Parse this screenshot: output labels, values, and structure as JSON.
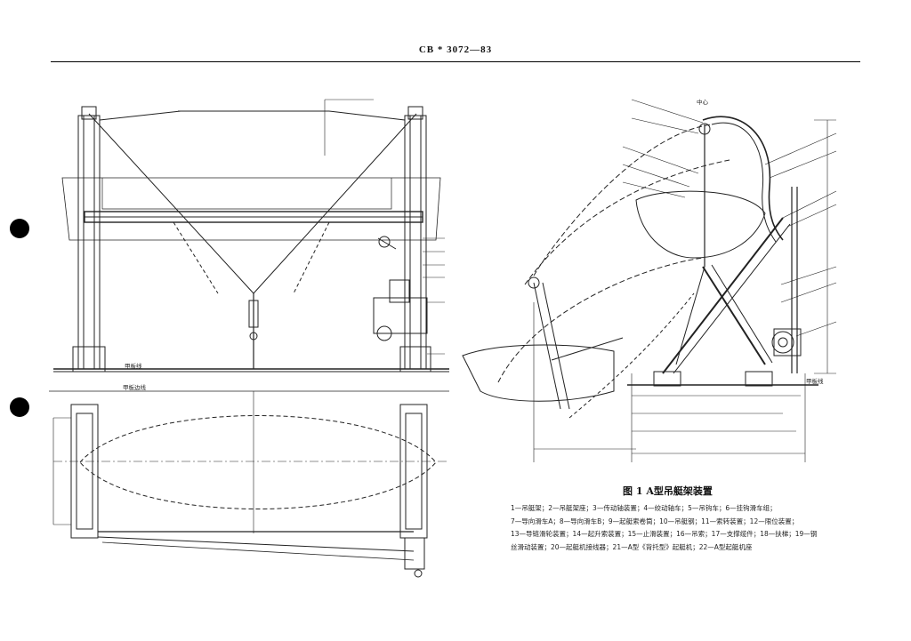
{
  "header": {
    "code": "CB * 3072—83"
  },
  "figure": {
    "caption": "图 1  A型吊艇架装置",
    "legend_lines": [
      "1—吊艇架；2—吊艇架座；3—传动轴装置；4—绞动轴车；5—吊钩车；6—挂钩滑车组；",
      "7—导向滑车A；8—导向滑车B；9—起艇索卷筒；10—吊艇钢；11—索转装置；12—限位装置；",
      "13—导链滑轮装置；14—起升索装置；15—止滑装置；16—吊索；17—支撑缆件；18—扶梯；19—钢",
      "    丝滑动装置；20—起艇机接线器；21—A型《背托型》起艇机；22—A型起艇机座"
    ]
  },
  "drawing_labels": {
    "deck_top": "甲板线",
    "deck_plan": "甲板边线",
    "deck_right": "甲板线",
    "center_mark": "中心"
  }
}
